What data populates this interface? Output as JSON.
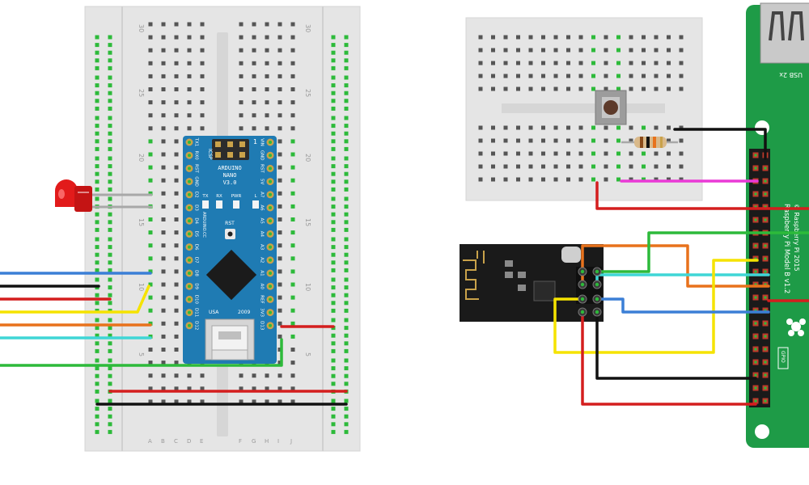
{
  "breadboard_large": {
    "row_numbers": [
      "30",
      "25",
      "20",
      "15",
      "10",
      "5"
    ],
    "col_letters": [
      "A",
      "B",
      "C",
      "D",
      "E",
      "F",
      "G",
      "H",
      "I",
      "J"
    ]
  },
  "arduino": {
    "model_lines": [
      "ARDUINO",
      "NANO",
      "V3.0"
    ],
    "header_label": "ICSP",
    "pin1_label": "1",
    "left_pins": [
      "TX1",
      "RX0",
      "RST",
      "GND",
      "D2",
      "D3",
      "D4",
      "D5",
      "D6",
      "D7",
      "D8",
      "D9",
      "D10",
      "D11",
      "D12"
    ],
    "right_pins": [
      "VIN",
      "GND",
      "RST",
      "5V",
      "A7",
      "A6",
      "A5",
      "A4",
      "A3",
      "A2",
      "A1",
      "A0",
      "REF",
      "3V3",
      "D13"
    ],
    "leds": [
      "TX",
      "RX",
      "PWR",
      "L"
    ],
    "cc_label": "ARDUINO.CC",
    "rst_label": "RST",
    "usa_label": "USA",
    "year_label": "2009"
  },
  "pi": {
    "usb_label": "USB 2x",
    "model_text": "Raspberry Pi Model B v1.2",
    "copyright_text": "© Raspberry Pi 2015",
    "gpio_label": "GPIO"
  },
  "colors": {
    "blue": "#3b7fd6",
    "black": "#111111",
    "red": "#d41e1e",
    "yellow": "#f5e300",
    "orange": "#e8721c",
    "cyan": "#3fd6d6",
    "green": "#2dba3a",
    "magenta": "#ea3ad6",
    "gray": "#9a9a9a",
    "board_blue": "#1f7bb3",
    "pi_green": "#1e9b47",
    "led_red": "#e21b1b"
  }
}
